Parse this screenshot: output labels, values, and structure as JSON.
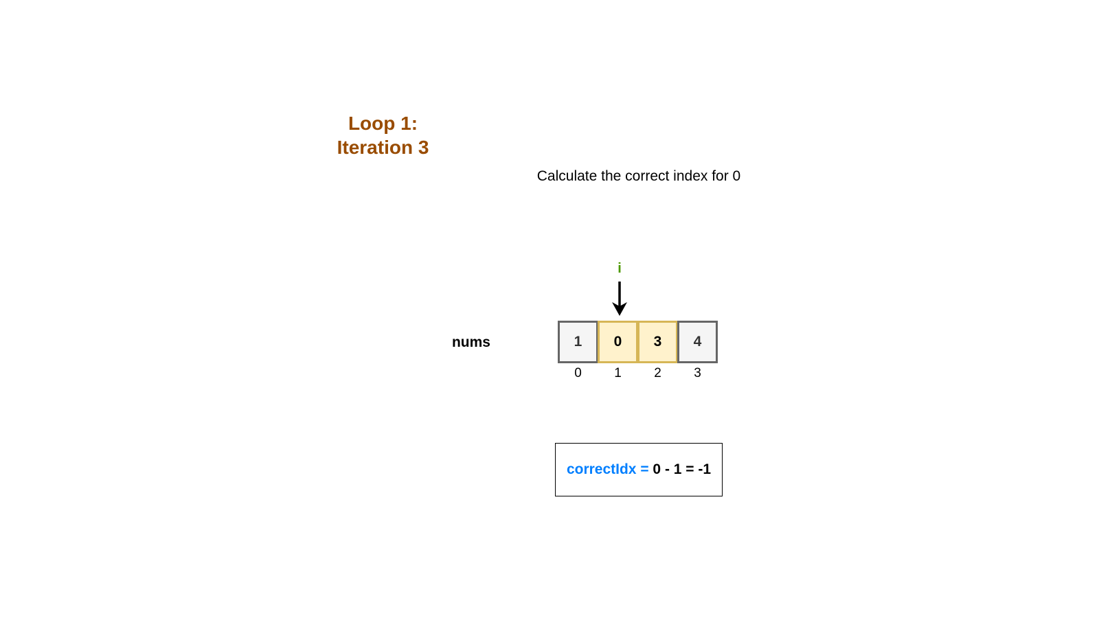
{
  "title": {
    "line1": "Loop 1:",
    "line2": "Iteration 3"
  },
  "subtitle": "Calculate the correct index for 0",
  "pointer": {
    "label": "i",
    "index": 1
  },
  "array": {
    "label": "nums",
    "cells": [
      {
        "value": "1",
        "index": "0",
        "highlight": false
      },
      {
        "value": "0",
        "index": "1",
        "highlight": true
      },
      {
        "value": "3",
        "index": "2",
        "highlight": true
      },
      {
        "value": "4",
        "index": "3",
        "highlight": false
      }
    ]
  },
  "formula": {
    "variable": "correctIdx =",
    "expression": " 0 - 1 = -1"
  },
  "colors": {
    "title": "#994C00",
    "pointer": "#4D9900",
    "variable": "#007FFF",
    "highlight_fill": "#fff2cc",
    "highlight_border": "#d6b656",
    "normal_fill": "#f5f5f5",
    "normal_border": "#666666"
  }
}
